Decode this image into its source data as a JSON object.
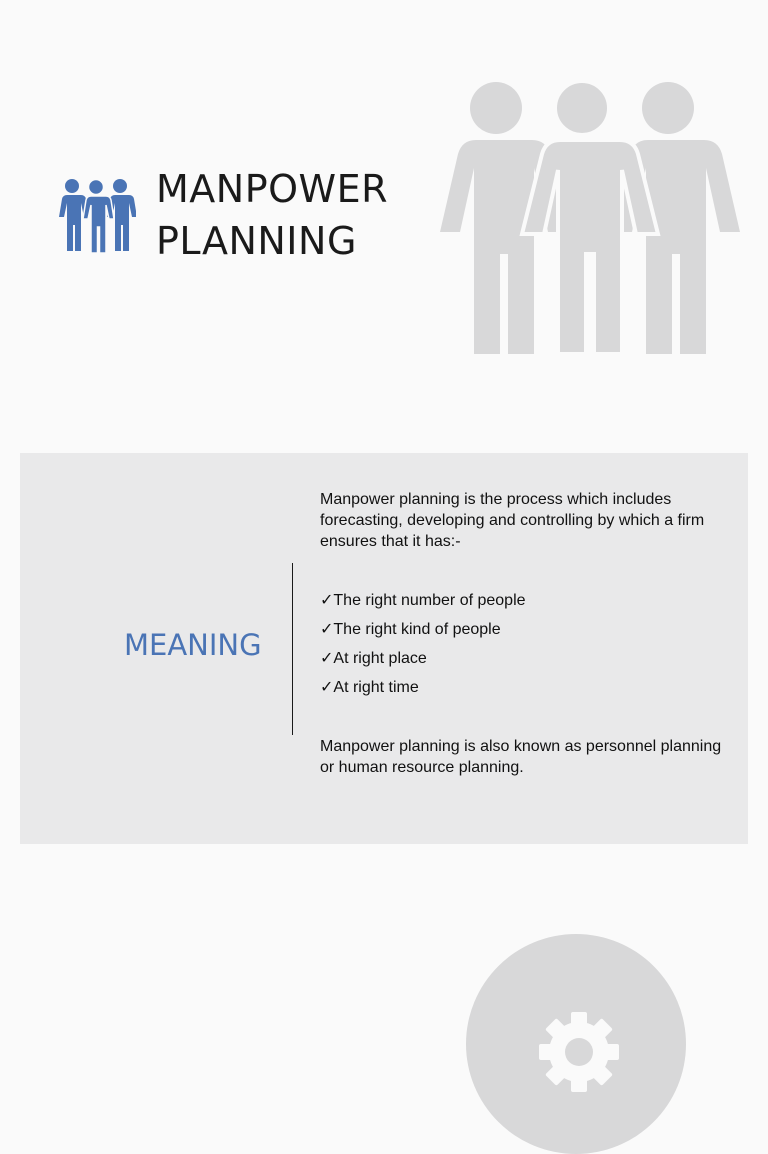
{
  "slide1": {
    "title_line1": "MANPOWER",
    "title_line2": "PLANNING",
    "small_icon": "people-group-icon",
    "large_icon": "people-group-icon",
    "accent_color": "#4a74b5",
    "icon_gray": "#d8d8d9"
  },
  "slide2": {
    "heading": "MEANING",
    "intro": "Manpower planning is the process which includes forecasting, developing and controlling by which a firm ensures that it has:-",
    "checklist": [
      "✓The right number of people",
      "✓The right kind of people",
      "✓At right place",
      "✓At right time"
    ],
    "closing": "Manpower planning is also known as personnel planning or human resource planning."
  },
  "slide3": {
    "icon": "gear-icon"
  }
}
